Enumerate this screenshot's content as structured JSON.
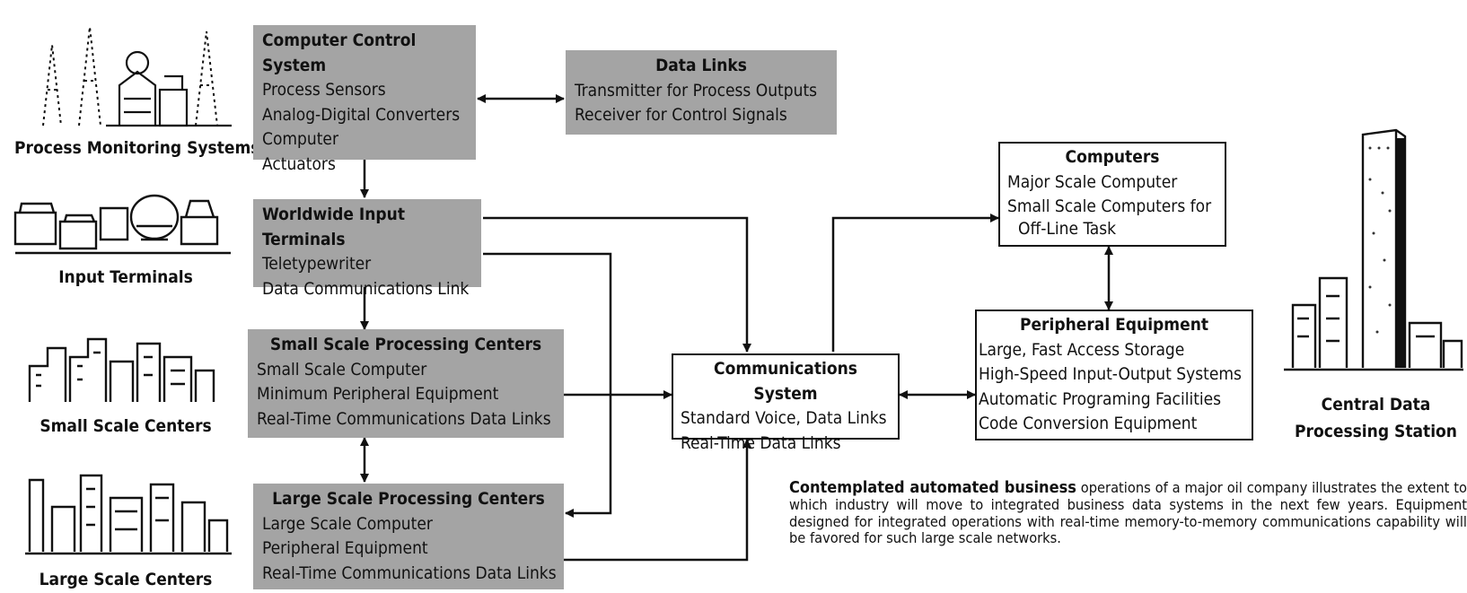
{
  "left_labels": {
    "process": "Process Monitoring Systems",
    "input": "Input Terminals",
    "small": "Small Scale Centers",
    "large": "Large Scale Centers"
  },
  "right_label": [
    "Central Data",
    "Processing Station"
  ],
  "boxes": {
    "computer_control": {
      "title": "Computer Control System",
      "items": [
        "Process Sensors",
        "Analog-Digital Converters",
        "Computer",
        "Actuators"
      ]
    },
    "data_links": {
      "title": "Data Links",
      "items": [
        "Transmitter for Process Outputs",
        "Receiver for Control Signals"
      ]
    },
    "worldwide": {
      "title": "Worldwide Input Terminals",
      "items": [
        "Teletypewriter",
        "Data Communications Link"
      ]
    },
    "small_centers": {
      "title": "Small Scale Processing Centers",
      "items": [
        "Small Scale Computer",
        "Minimum Peripheral Equipment",
        "Real-Time Communications Data Links"
      ]
    },
    "large_centers": {
      "title": "Large Scale Processing Centers",
      "items": [
        "Large Scale Computer",
        "Peripheral Equipment",
        "Real-Time Communications Data Links"
      ]
    },
    "communications": {
      "title": "Communications System",
      "items": [
        "Standard Voice, Data Links",
        "Real-Time Data Links"
      ]
    },
    "computers": {
      "title": "Computers",
      "items": [
        "Major Scale Computer",
        "Small Scale Computers for",
        "Off-Line Task"
      ]
    },
    "peripheral": {
      "title": "Peripheral Equipment",
      "items": [
        "Large, Fast Access Storage",
        "High-Speed Input-Output Systems",
        "Automatic Programing Facilities",
        "Code Conversion Equipment"
      ]
    }
  },
  "caption": {
    "lead": "Contemplated automated business",
    "text": " operations of a major oil company illustrates the extent to which industry will move to integrated business data systems in the next few years. Equipment designed for integrated operations with real-time memory-to-memory communications capability will be favored for such large scale networks."
  }
}
